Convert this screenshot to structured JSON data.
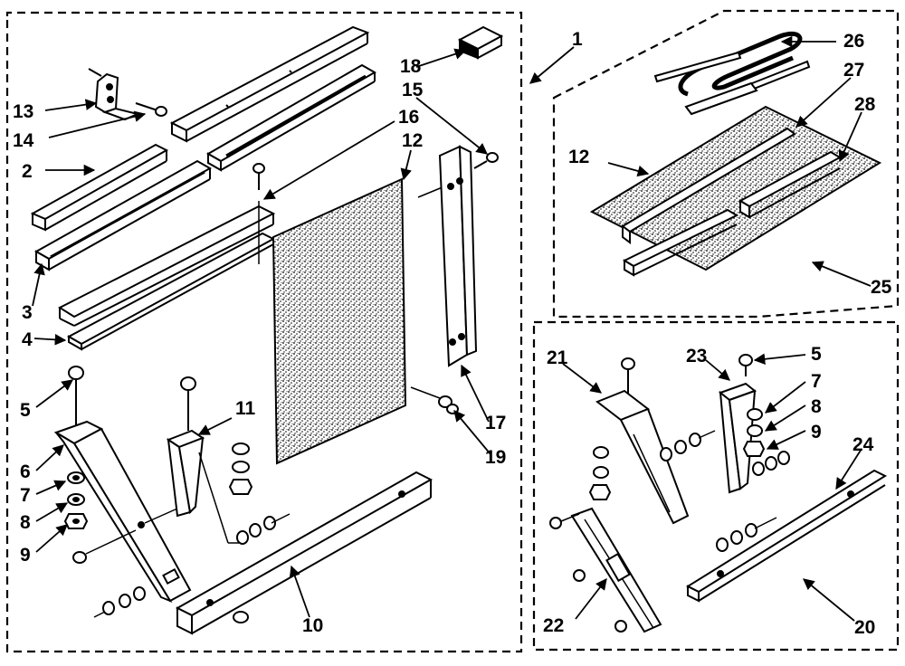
{
  "parts": {
    "p1": "1",
    "p2": "2",
    "p3": "3",
    "p4": "4",
    "p5a": "5",
    "p5b": "5",
    "p6": "6",
    "p7a": "7",
    "p7b": "7",
    "p8a": "8",
    "p8b": "8",
    "p9a": "9",
    "p9b": "9",
    "p10": "10",
    "p11": "11",
    "p12a": "12",
    "p12b": "12",
    "p13": "13",
    "p14": "14",
    "p15": "15",
    "p16": "16",
    "p17": "17",
    "p18": "18",
    "p19": "19",
    "p20": "20",
    "p21": "21",
    "p22": "22",
    "p23": "23",
    "p24": "24",
    "p25": "25",
    "p26": "26",
    "p27": "27",
    "p28": "28"
  }
}
